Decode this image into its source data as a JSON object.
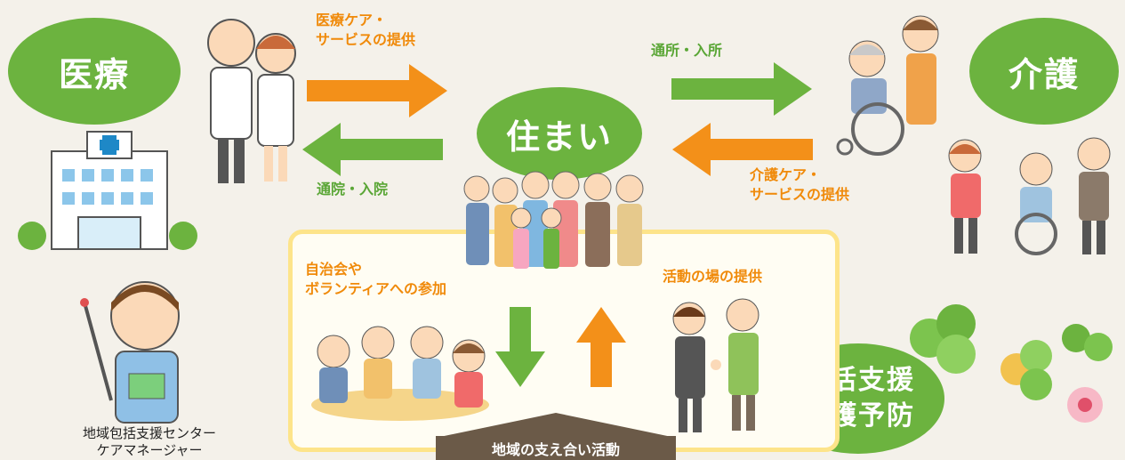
{
  "nodes": {
    "medical": "医療",
    "home": "住まい",
    "care": "介護",
    "support": [
      "生活支援",
      "介護予防"
    ]
  },
  "flows": {
    "medical_service": [
      "医療ケア・",
      "サービスの提供"
    ],
    "hospital_visit": "通院・入院",
    "care_facility": "通所・入所",
    "care_service": [
      "介護ケア・",
      "サービスの提供"
    ],
    "participation": [
      "自治会や",
      "ボランティアへの参加"
    ],
    "place_provision": "活動の場の提供"
  },
  "center_label": [
    "地域包括支援センター",
    "ケアマネージャー"
  ],
  "community_label": "地域の支え合い活動",
  "colors": {
    "green": "#6cb33f",
    "orange": "#f39019",
    "box_border": "#fde48a"
  }
}
